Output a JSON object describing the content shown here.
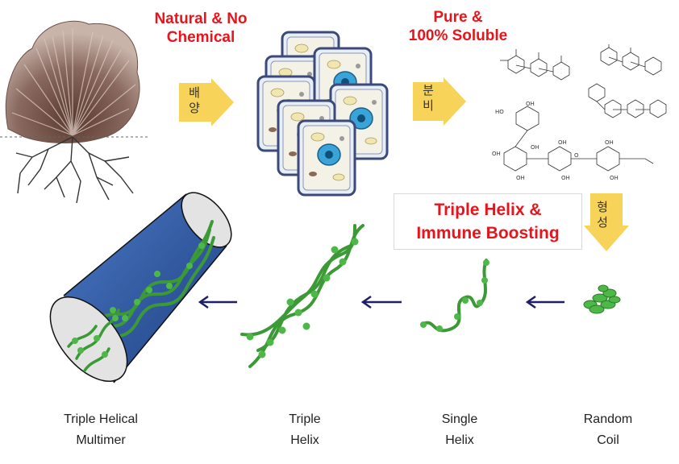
{
  "top": {
    "label_natural": [
      "Natural & No",
      "Chemical"
    ],
    "label_pure": [
      "Pure &",
      "100% Soluble"
    ],
    "step_culture": [
      "배",
      "양"
    ],
    "step_secretion": [
      "분",
      "비"
    ],
    "step_formation": [
      "형",
      "성"
    ]
  },
  "middle": {
    "label_triple_helix": [
      "Triple Helix &",
      "Immune Boosting"
    ]
  },
  "captions": {
    "multimer": [
      "Triple Helical",
      "Multimer"
    ],
    "triple_helix": [
      "Triple",
      "Helix"
    ],
    "single_helix": [
      "Single",
      "Helix"
    ],
    "random_coil": [
      "Random",
      "Coil"
    ]
  },
  "chem": {
    "group_labels": [
      "HO",
      "OH",
      "OH",
      "OH",
      "OH",
      "OH",
      "OH",
      "OH",
      "OH",
      "O"
    ]
  },
  "colors": {
    "accent_red": "#e8141c",
    "arrow_yellow": "#f7d35a",
    "helix_green": "#4db848",
    "cylinder_blue": "#2f5ea8",
    "arrow_navy": "#1f1f66"
  }
}
